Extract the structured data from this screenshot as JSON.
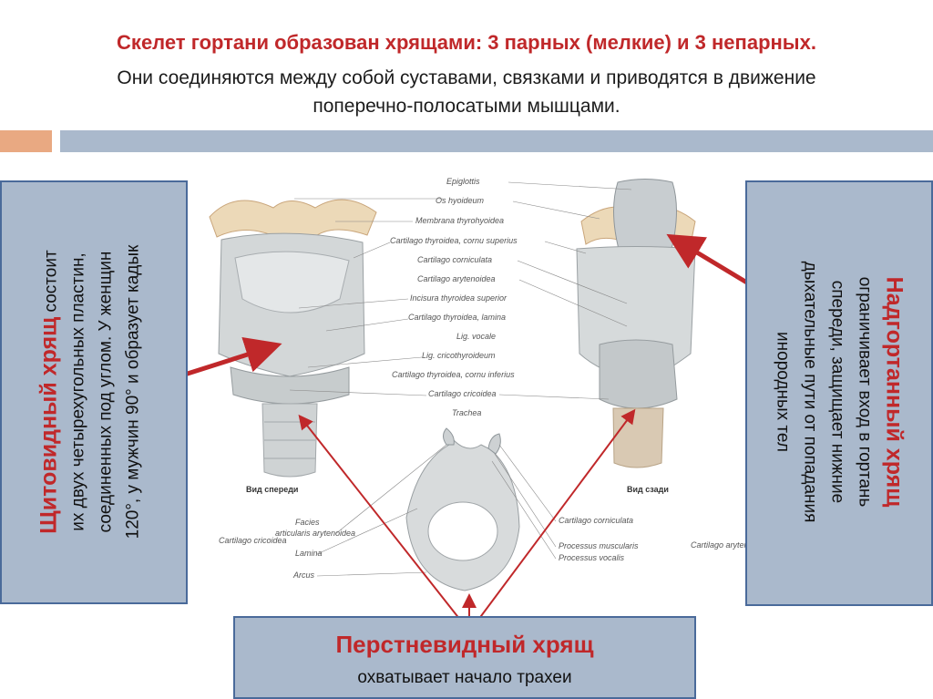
{
  "header": {
    "title": "Скелет гортани образован хрящами: 3 парных (мелкие) и 3 непарных.",
    "subtitle_line1": "Они соединяются между собой суставами, связками и приводятся в движение",
    "subtitle_line2": "поперечно-полосатыми мышцами."
  },
  "left_box": {
    "highlight": "Щитовидный хрящ",
    "line1_rest": " состоит",
    "line2": "их двух четырехугольных пластин,",
    "line3": "соединенных под углом. У женщин",
    "line4": "120°, у мужчин 90° и образует кадык"
  },
  "right_box": {
    "highlight": "Надгортанный хрящ",
    "line2": "ограничивает вход в гортань",
    "line3": "спереди, защищает нижние",
    "line4": "дыхательные пути от попадания",
    "line5": "инородных тел"
  },
  "bottom_box": {
    "title": "Перстневидный хрящ",
    "text": "охватывает начало трахеи"
  },
  "figure": {
    "labels": [
      "Epiglottis",
      "Os hyoideum",
      "Membrana thyrohyoidea",
      "Cartilago thyroidea, cornu superius",
      "Cartilago corniculata",
      "Cartilago arytenoidea",
      "Incisura thyroidea superior",
      "Cartilago thyroidea, lamina",
      "Lig. vocale",
      "Lig. cricothyroideum",
      "Cartilago thyroidea, cornu inferius",
      "Cartilago cricoidea",
      "Trachea"
    ],
    "view_front": "Вид спереди",
    "view_back": "Вид сзади",
    "cricoid_group": "Cartilago cricoidea",
    "cricoid_parts": [
      "Facies",
      "articularis arytenoidea",
      "Lamina",
      "Arcus"
    ],
    "arytenoid_parts": [
      "Cartilago corniculata",
      "Processus muscularis",
      "Processus vocalis"
    ],
    "arytenoid_group": "Cartilago arytenoidea"
  },
  "colors": {
    "accent_red": "#c0282a",
    "box_fill": "#aab9cc",
    "box_border": "#4a6a9a",
    "bar_orange": "#e9a982"
  }
}
